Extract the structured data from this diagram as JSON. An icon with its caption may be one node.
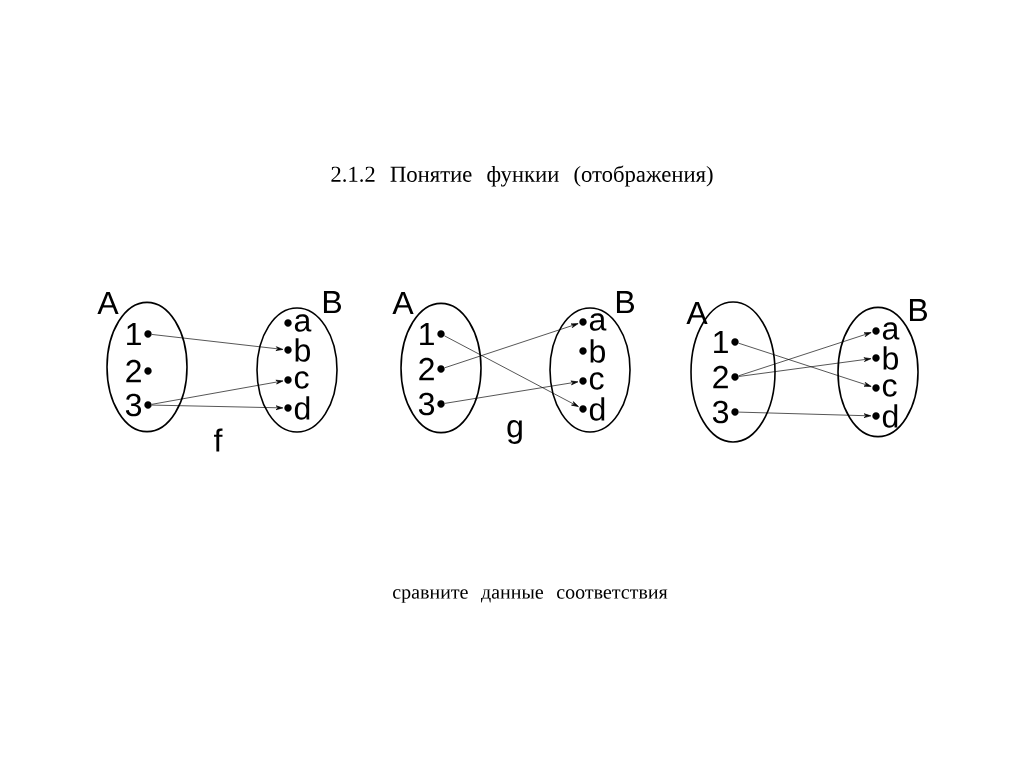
{
  "diagram": {
    "title": "2.1.2 Понятие функии (отображения)",
    "caption": "сравните данные соответствия",
    "nodes": [
      {
        "text": [
          "A"
        ]
      },
      {
        "text": [
          "1"
        ],
        "in": 0
      },
      {
        "text": [
          "2"
        ],
        "in": 0
      },
      {
        "text": [
          "3"
        ],
        "in": 0
      },
      {
        "text": [
          "B"
        ]
      },
      {
        "text": [
          "a"
        ],
        "in": 4
      },
      {
        "text": [
          "b"
        ],
        "in": 4
      },
      {
        "text": [
          "c"
        ],
        "in": 4
      },
      {
        "text": [
          "d"
        ],
        "in": 4
      },
      {
        "text": [
          "A"
        ]
      },
      {
        "text": [
          "1"
        ],
        "in": 9
      },
      {
        "text": [
          "2"
        ],
        "in": 9
      },
      {
        "text": [
          "3"
        ],
        "in": 9
      },
      {
        "text": [
          "B"
        ]
      },
      {
        "text": [
          "a"
        ],
        "in": 13
      },
      {
        "text": [
          "b"
        ],
        "in": 13
      },
      {
        "text": [
          "c"
        ],
        "in": 13
      },
      {
        "text": [
          "d"
        ],
        "in": 13
      },
      {
        "text": [
          "A"
        ]
      },
      {
        "text": [
          "1"
        ],
        "in": 18
      },
      {
        "text": [
          "2"
        ],
        "in": 18
      },
      {
        "text": [
          "3"
        ],
        "in": 18
      },
      {
        "text": [
          "B"
        ]
      },
      {
        "text": [
          "a"
        ],
        "in": 22
      },
      {
        "text": [
          "b"
        ],
        "in": 22
      },
      {
        "text": [
          "c"
        ],
        "in": 22
      },
      {
        "text": [
          "d"
        ],
        "in": 22
      }
    ],
    "edges": [
      {
        "from": 1,
        "to": 6,
        "arrow": "to"
      },
      {
        "from": 3,
        "to": 7,
        "arrow": "to"
      },
      {
        "from": 3,
        "to": 8,
        "arrow": "to"
      },
      {
        "from": 10,
        "to": 17,
        "arrow": "to"
      },
      {
        "from": 11,
        "to": 14,
        "arrow": "to"
      },
      {
        "from": 12,
        "to": 16,
        "arrow": "to"
      },
      {
        "from": 19,
        "to": 25,
        "arrow": "to"
      },
      {
        "from": 20,
        "to": 23,
        "arrow": "to"
      },
      {
        "from": 20,
        "to": 24,
        "arrow": "to"
      },
      {
        "from": 21,
        "to": 26,
        "arrow": "to"
      }
    ],
    "labels": [
      "f",
      "g"
    ]
  }
}
